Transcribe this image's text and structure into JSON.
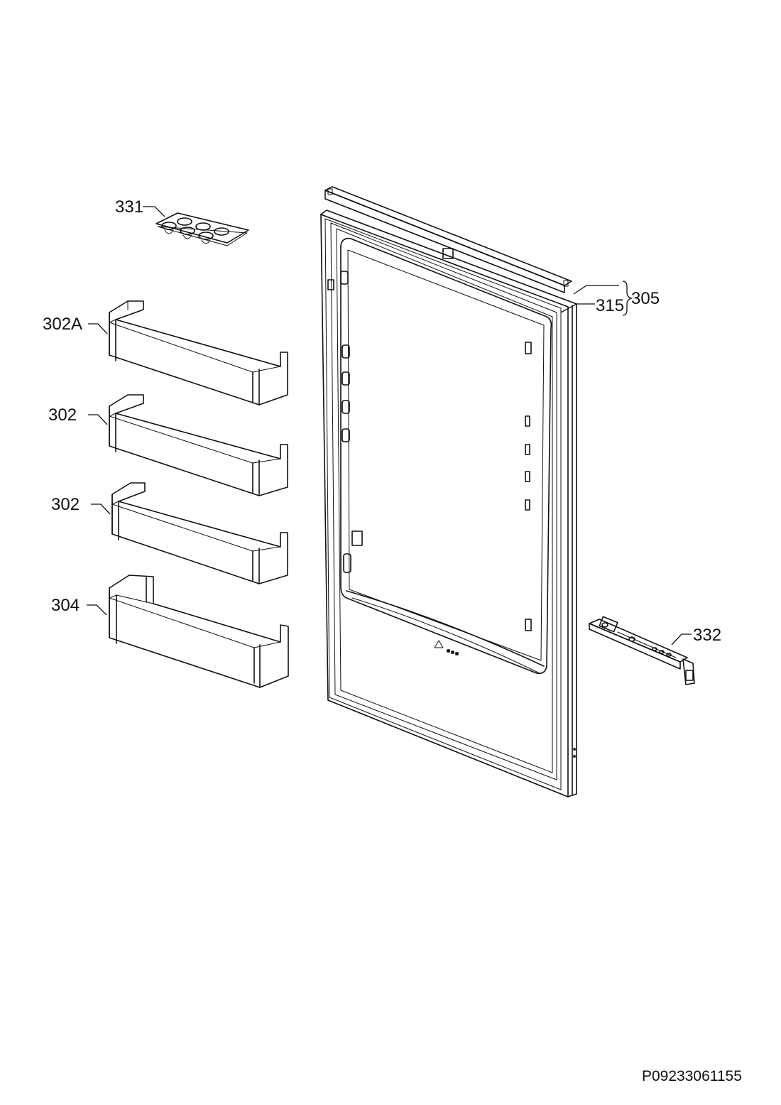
{
  "labels": {
    "egg_tray": "331",
    "top_balcony": "302A",
    "balcony_1": "302",
    "balcony_2": "302",
    "bottle_balcony": "304",
    "door_assembly": "305",
    "door_gasket": "315",
    "hinge": "332"
  },
  "drawing_code": "P09233061155",
  "colors": {
    "line": "#111111",
    "background": "#ffffff"
  }
}
